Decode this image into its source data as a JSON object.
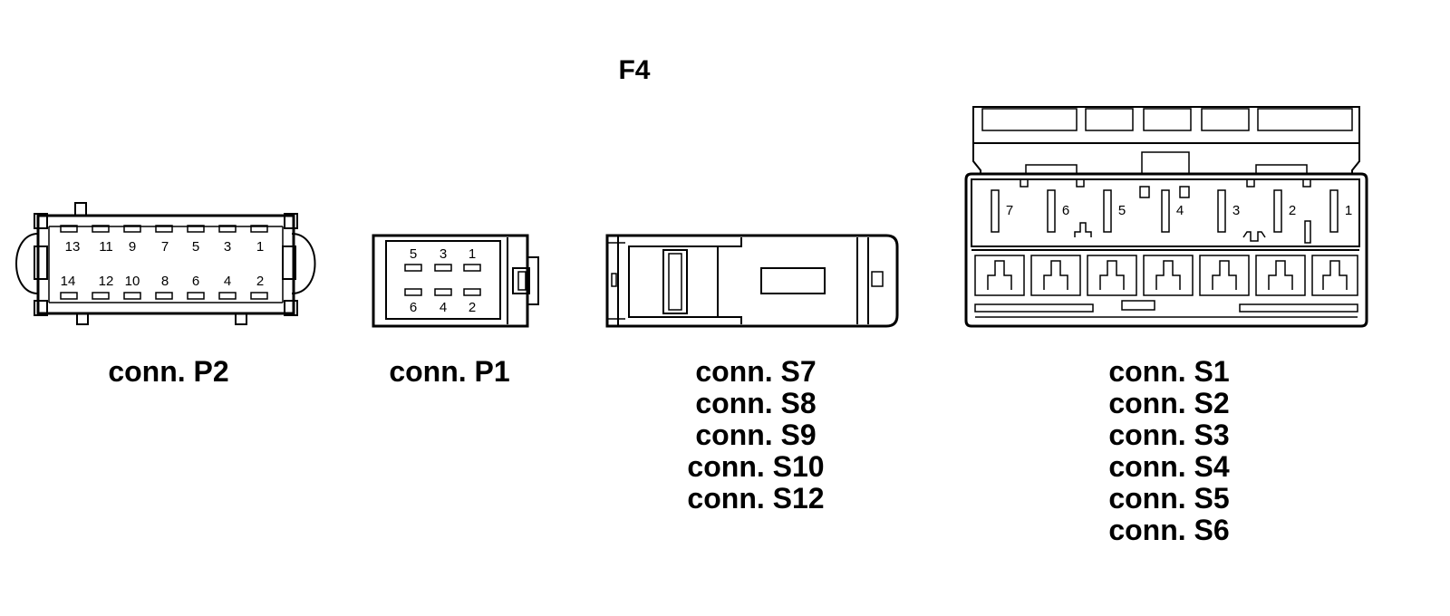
{
  "figure_title": "F4",
  "connectors": [
    {
      "id": "p2",
      "labels": [
        "conn. P2"
      ],
      "pins_top": [
        "13",
        "11",
        "9",
        "7",
        "5",
        "3",
        "1"
      ],
      "pins_bottom": [
        "14",
        "12",
        "10",
        "8",
        "6",
        "4",
        "2"
      ]
    },
    {
      "id": "p1",
      "labels": [
        "conn. P1"
      ],
      "pins_top": [
        "5",
        "3",
        "1"
      ],
      "pins_bottom": [
        "6",
        "4",
        "2"
      ]
    },
    {
      "id": "s7",
      "labels": [
        "conn. S7",
        "conn. S8",
        "conn. S9",
        "conn. S10",
        "conn. S12"
      ]
    },
    {
      "id": "s1",
      "labels": [
        "conn. S1",
        "conn. S2",
        "conn. S3",
        "conn. S4",
        "conn. S5",
        "conn. S6"
      ],
      "pins": [
        "7",
        "6",
        "5",
        "4",
        "3",
        "2",
        "1"
      ]
    }
  ]
}
